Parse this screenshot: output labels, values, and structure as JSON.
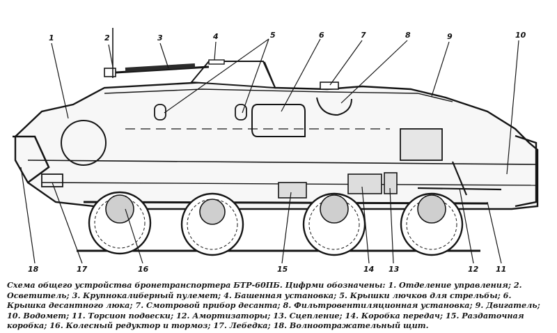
{
  "callouts": {
    "n1": "1",
    "n2": "2",
    "n3": "3",
    "n4": "4",
    "n5": "5",
    "n6": "6",
    "n7": "7",
    "n8": "8",
    "n9": "9",
    "n10": "10",
    "n11": "11",
    "n12": "12",
    "n13": "13",
    "n14": "14",
    "n15": "15",
    "n16": "16",
    "n17": "17",
    "n18": "18"
  },
  "caption": {
    "title": "Схема общего устройства бронетранспортера БТР-60ПБ.",
    "intro": "Цифрми обозначены:",
    "items": [
      "1. Отделение управления;",
      "2. Осветитель;",
      "3. Крупнокалиберный пулемет;",
      "4. Башенная установка;",
      "5. Крышки лючков для стрельбы;",
      "6. Крышка десантного люка;",
      "7. Смотровой прибор десанта;",
      "8. Фильтровентиляционная установка;",
      "9. Двигатель;",
      "10. Водомет;",
      "11. Торсион подвески;",
      "12. Амортизаторы;",
      "13. Сцепление;",
      "14. Коробка передач;",
      "15. Раздаточная коробка;",
      "16. Колесный редуктор и тормоз;",
      "17. Лебедка;",
      "18. Волноотражательный щит."
    ]
  },
  "colors": {
    "ink": "#151515",
    "paper": "#ffffff",
    "shade": "#3a3a3a"
  }
}
